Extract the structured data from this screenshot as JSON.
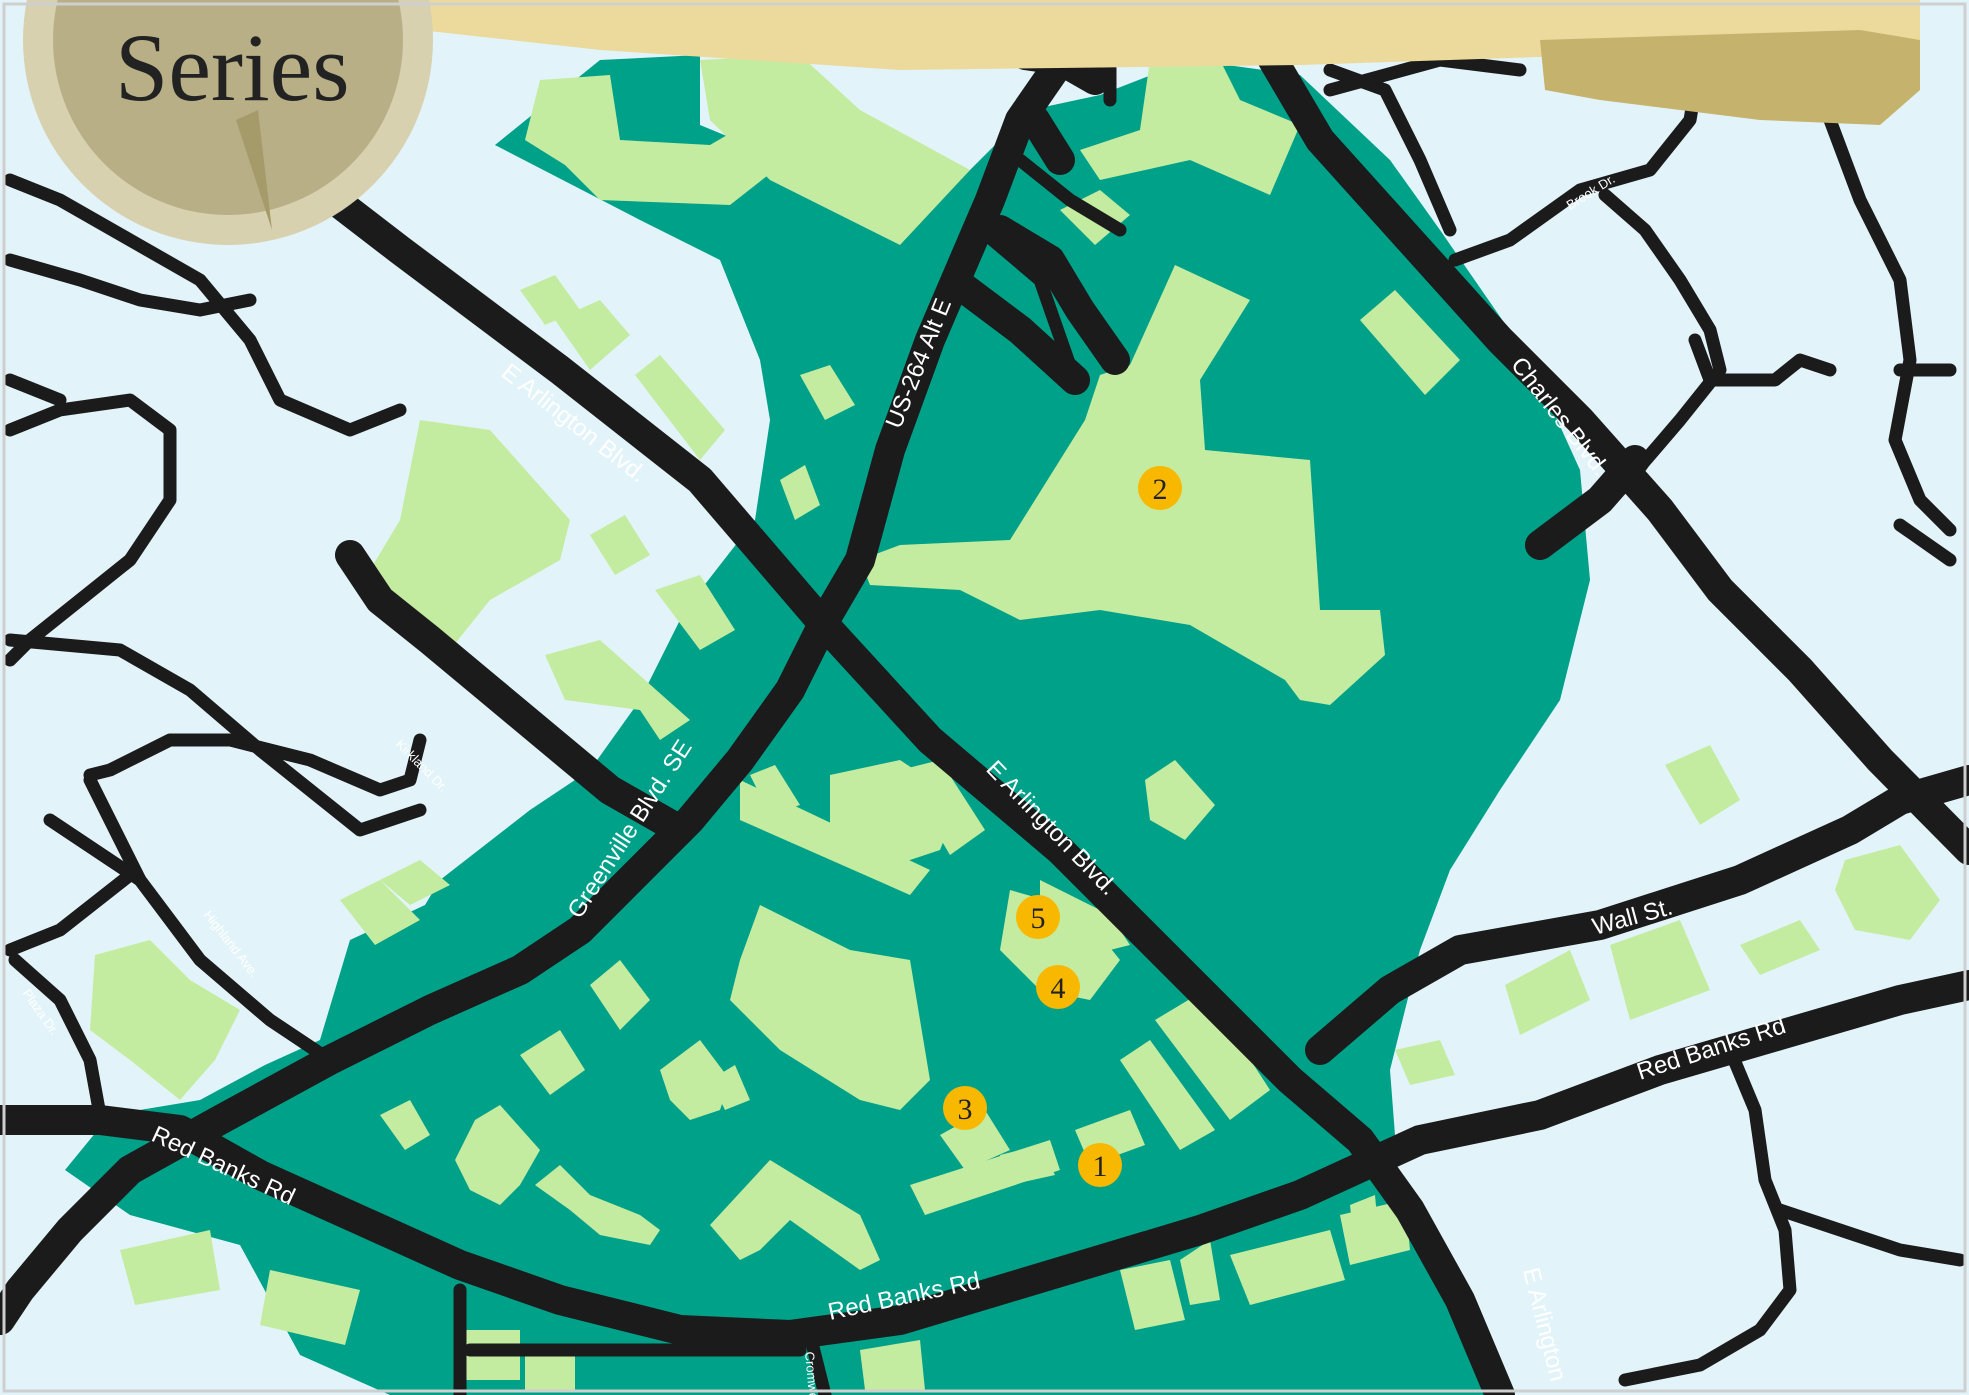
{
  "badge": {
    "text": "Series"
  },
  "roads": {
    "e_arlington_upper": "E Arlington Blvd.",
    "e_arlington_middle": "E Arlington Blvd.",
    "e_arlington_lower": "E Arlington",
    "us_264": "US-264 Alt E",
    "greenville": "Greenville Blvd. SE",
    "charles": "Charles Blvd.",
    "wall": "Wall St.",
    "red_banks_left": "Red Banks Rd",
    "red_banks_center": "Red Banks Rd",
    "red_banks_right": "Red Banks Rd",
    "brook": "Brook Dr.",
    "kirkland": "Kirkland Dr.",
    "highland": "Highland Ave.",
    "plaza": "Plaza Dr.",
    "cromwell": "Cromwell"
  },
  "markers": [
    "1",
    "2",
    "3",
    "4",
    "5"
  ],
  "colors": {
    "background": "#e2f4f9",
    "zone": "#00a189",
    "building": "#c3eca1",
    "road": "#1b1b1b",
    "marker": "#f9b800",
    "banner": "#ecd99c",
    "badge": "#d8d1b0"
  }
}
